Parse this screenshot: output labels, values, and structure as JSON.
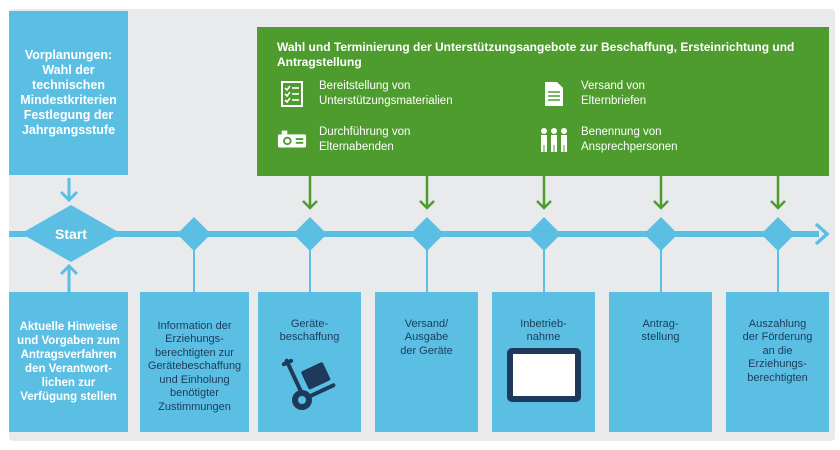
{
  "plan_box": {
    "text": "Vorplanungen:\nWahl der technischen Mindestkriterien Festlegung der Jahrgangsstufe"
  },
  "green_box": {
    "title": "Wahl und Terminierung der Unterstützungsangebote zur Beschaffung, Ersteinrichtung und Antragstellung",
    "items": [
      {
        "label": "Bereitstellung von\nUnterstützungsmaterialien",
        "icon": "checklist-icon"
      },
      {
        "label": "Versand von\nElternbriefen",
        "icon": "document-icon"
      },
      {
        "label": "Durchführung von\nElternabenden",
        "icon": "projector-icon"
      },
      {
        "label": "Benennung von\nAnsprechpersonen",
        "icon": "people-icon"
      }
    ]
  },
  "timeline": {
    "start_label": "Start"
  },
  "steps": [
    {
      "label": "Aktuelle Hinweise und Vorgaben zum Antragsverfahren den Verantwort-lichen zur Verfügung stellen"
    },
    {
      "label": "Information der\nErziehungs-\nberechtigten zur\nGerätebeschaffung\nund Einholung\nbenötigter\nZustimmungen"
    },
    {
      "label": "Geräte-\nbeschaffung",
      "icon": "hand-truck-icon"
    },
    {
      "label": "Versand/\nAusgabe\nder Geräte"
    },
    {
      "label": "Inbetrieb-\nnahme",
      "icon": "tablet-icon"
    },
    {
      "label": "Antrag-\nstellung"
    },
    {
      "label": "Auszahlung\nder Förderung\nan die\nErziehungs-\nberechtigten"
    }
  ],
  "colors": {
    "blue": "#5bbfe4",
    "green": "#4d9c2d",
    "navy": "#1e3a5a",
    "panel": "#e9eaec"
  }
}
